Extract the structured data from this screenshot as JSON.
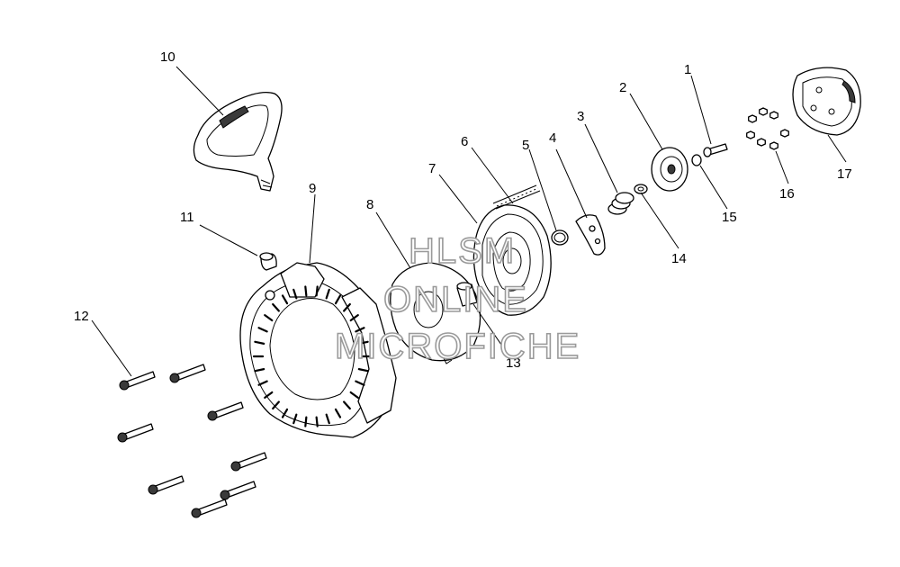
{
  "diagram": {
    "type": "exploded-parts-view",
    "line_color": "#000000",
    "background_color": "#ffffff"
  },
  "watermark": {
    "line1": "HLSM",
    "line2": "ONLINE",
    "line3": "MICROFICHE",
    "color": "#9a9a9a"
  },
  "callouts": [
    {
      "id": "c1",
      "label": "1"
    },
    {
      "id": "c2",
      "label": "2"
    },
    {
      "id": "c3",
      "label": "3"
    },
    {
      "id": "c4",
      "label": "4"
    },
    {
      "id": "c5",
      "label": "5"
    },
    {
      "id": "c6",
      "label": "6"
    },
    {
      "id": "c7",
      "label": "7"
    },
    {
      "id": "c8",
      "label": "8"
    },
    {
      "id": "c9",
      "label": "9"
    },
    {
      "id": "c10",
      "label": "10"
    },
    {
      "id": "c11",
      "label": "11"
    },
    {
      "id": "c12",
      "label": "12"
    },
    {
      "id": "c13",
      "label": "13"
    },
    {
      "id": "c14",
      "label": "14"
    },
    {
      "id": "c15",
      "label": "15"
    },
    {
      "id": "c16",
      "label": "16"
    },
    {
      "id": "c17",
      "label": "17"
    }
  ]
}
